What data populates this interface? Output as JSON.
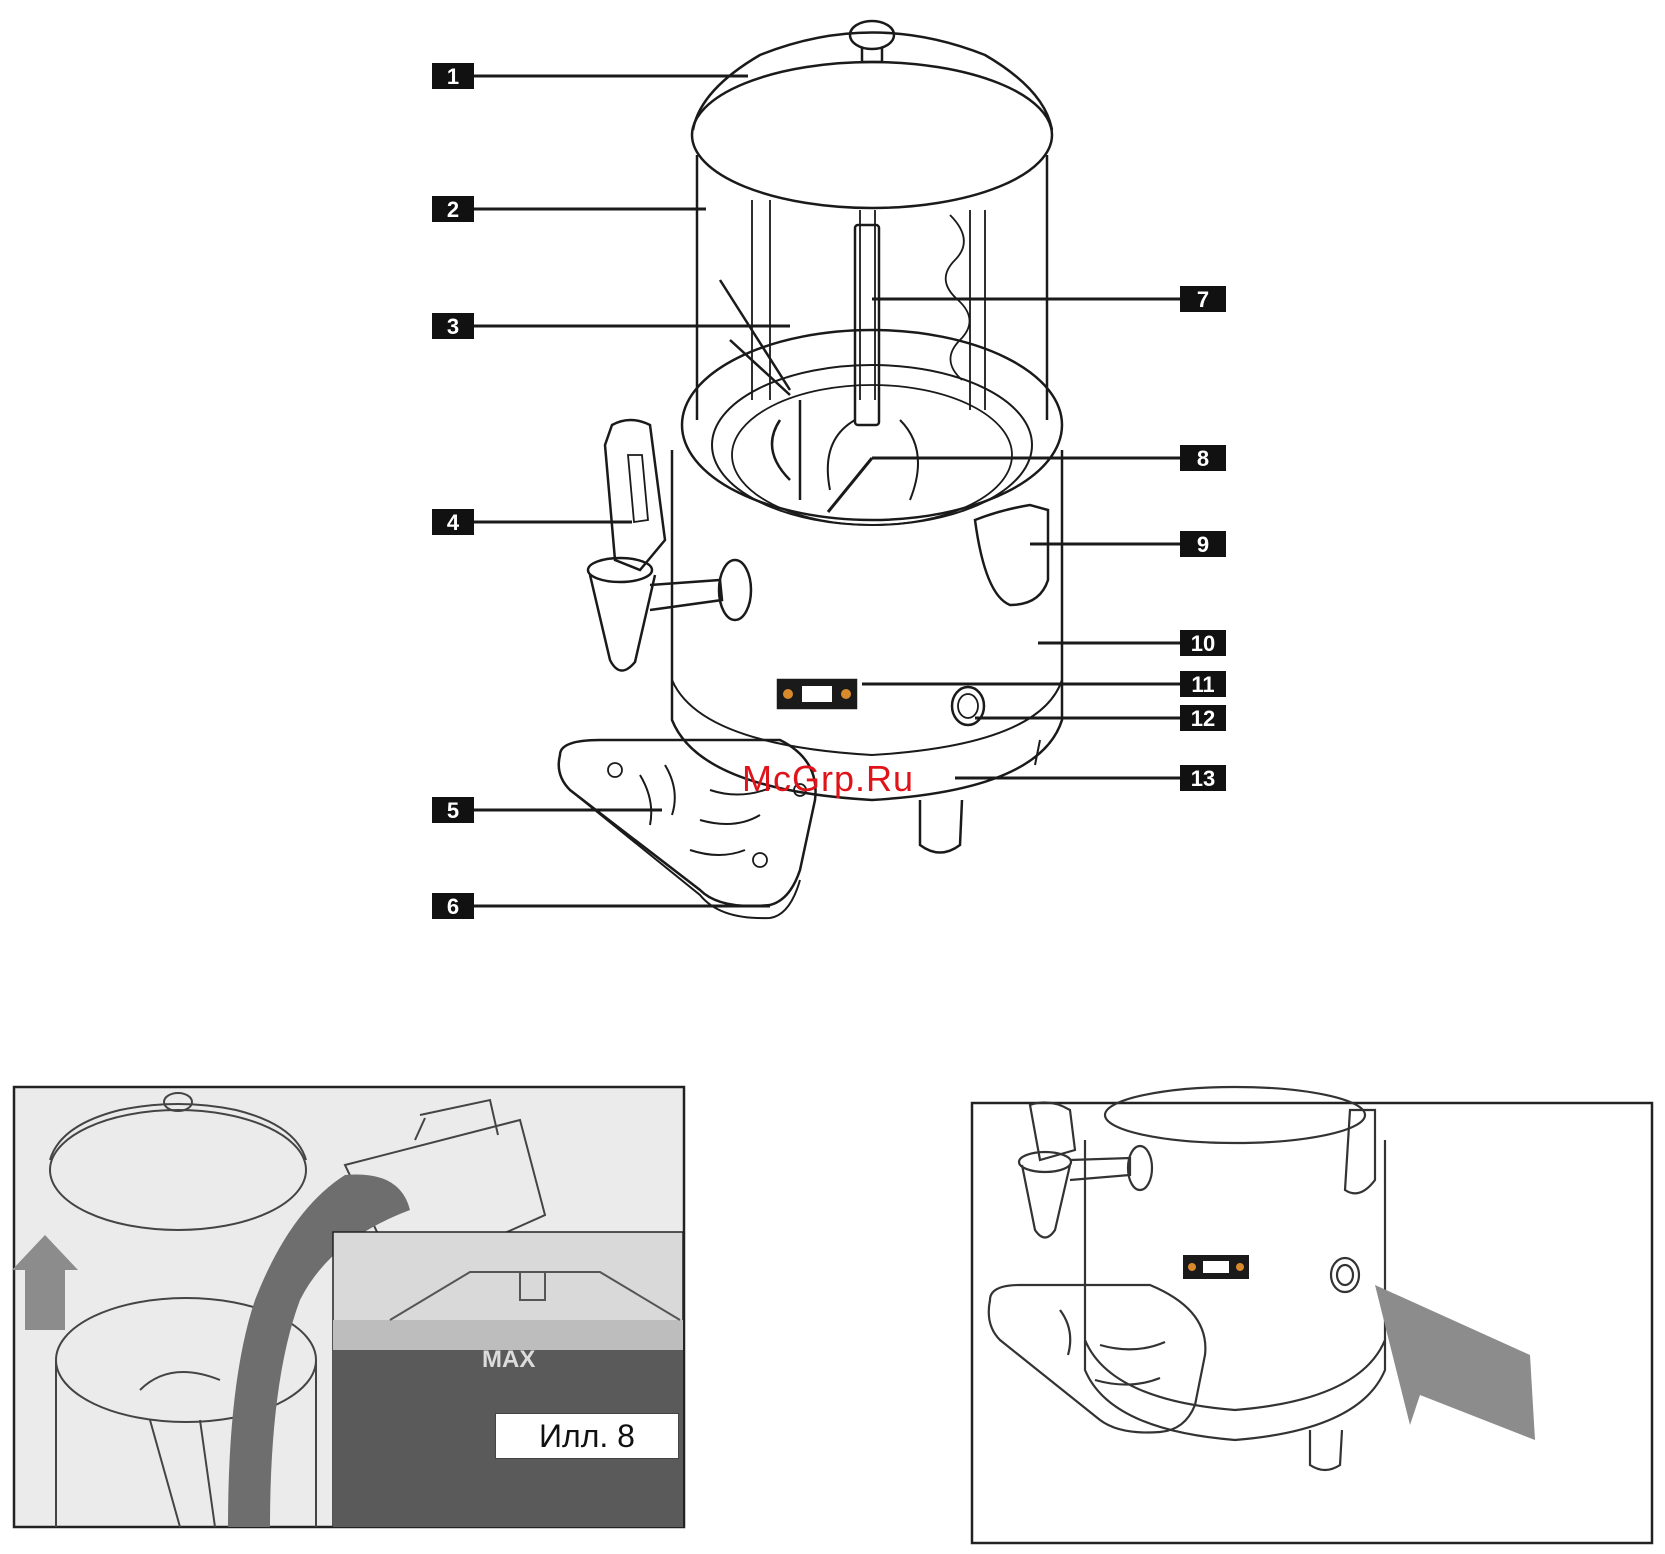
{
  "callouts": [
    "1",
    "2",
    "3",
    "4",
    "5",
    "6",
    "7",
    "8",
    "9",
    "10",
    "11",
    "12",
    "13"
  ],
  "watermark": "McGrp.Ru",
  "figure_left": {
    "max_label": "MAX",
    "caption": "Илл. 8"
  },
  "colors": {
    "line": "#1a1a1a",
    "label_bg": "#111111",
    "watermark": "#e0131a",
    "arrow": "#8c8c8c",
    "liquid": "#6e6e6e"
  }
}
